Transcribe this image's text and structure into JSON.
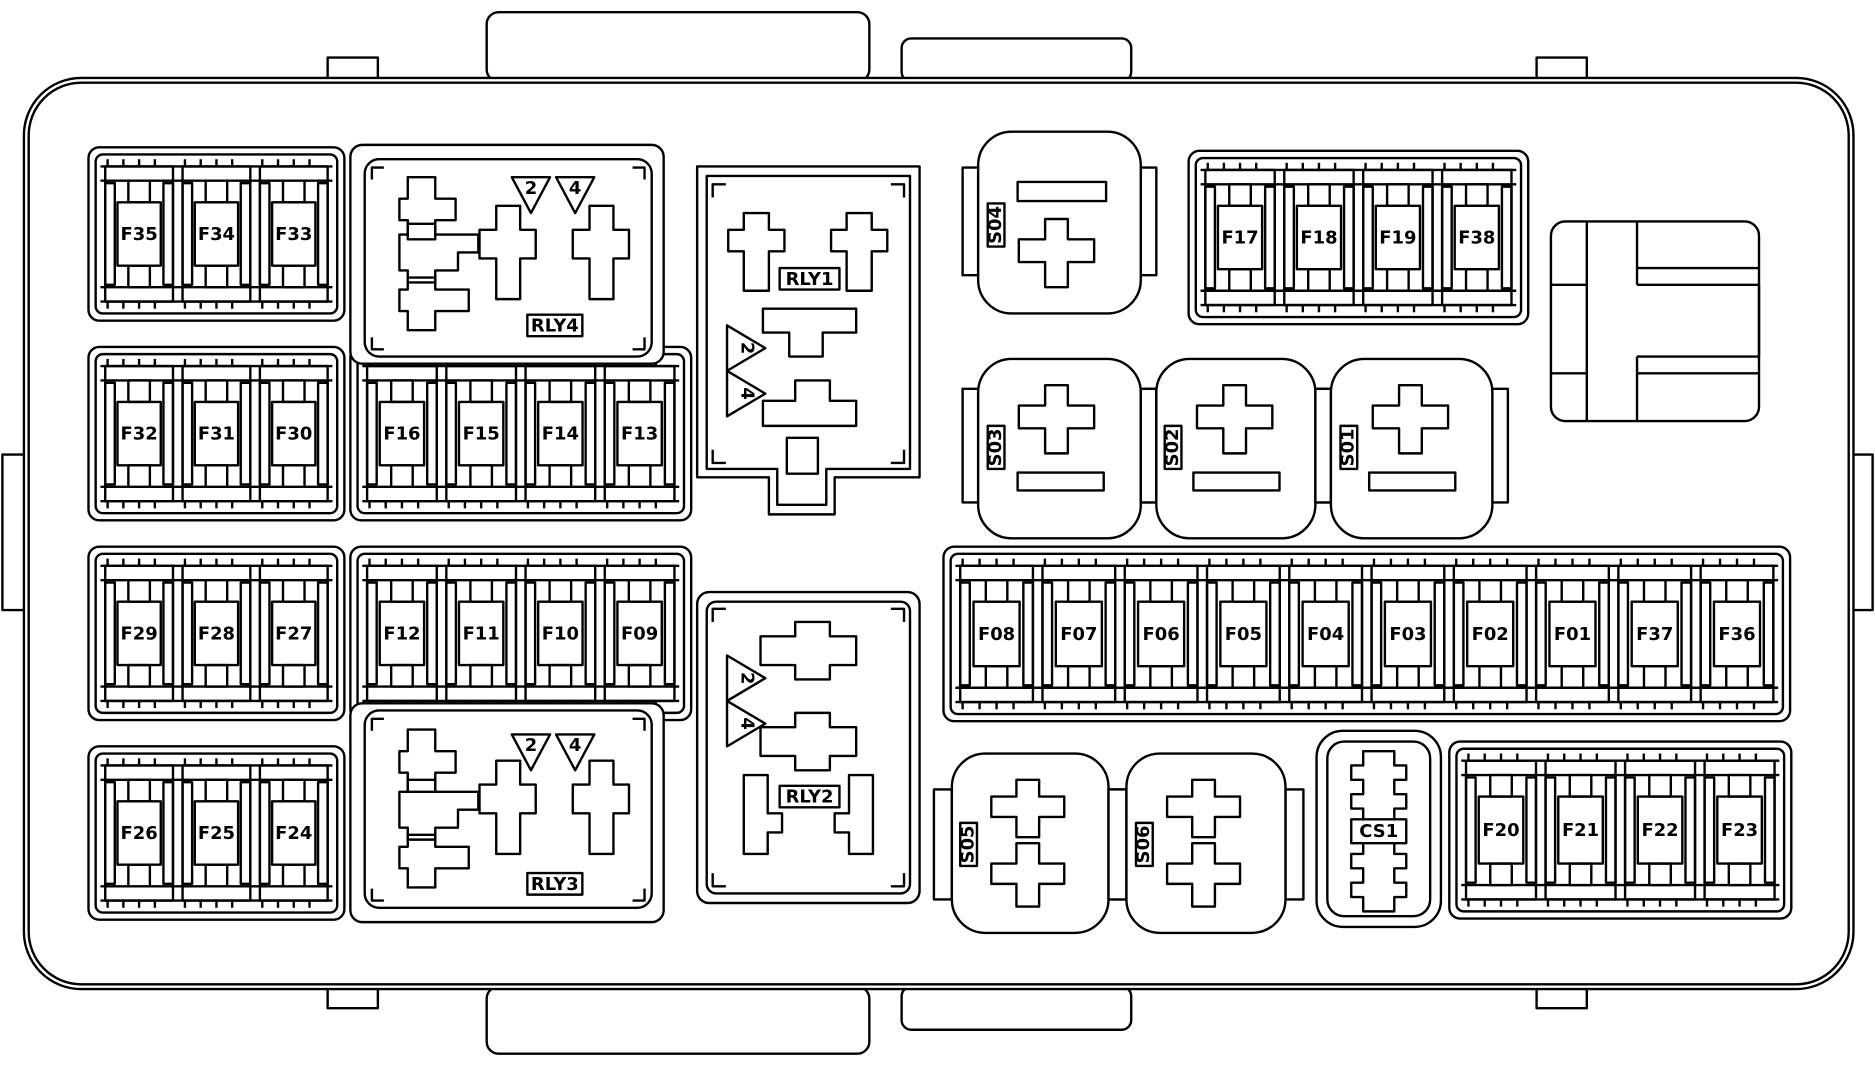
{
  "diagram": {
    "colors": {
      "line": "#000000",
      "fill": "#ffffff"
    },
    "fuse_blocks": [
      {
        "id": "block-a",
        "fuses": [
          "F35",
          "F34",
          "F33"
        ]
      },
      {
        "id": "block-b",
        "fuses": [
          "F32",
          "F31",
          "F30"
        ]
      },
      {
        "id": "block-c",
        "fuses": [
          "F29",
          "F28",
          "F27"
        ]
      },
      {
        "id": "block-d",
        "fuses": [
          "F26",
          "F25",
          "F24"
        ]
      },
      {
        "id": "block-e",
        "fuses": [
          "F16",
          "F15",
          "F14",
          "F13"
        ]
      },
      {
        "id": "block-f",
        "fuses": [
          "F12",
          "F11",
          "F10",
          "F09"
        ]
      },
      {
        "id": "block-g",
        "fuses": [
          "F17",
          "F18",
          "F19",
          "F38"
        ]
      },
      {
        "id": "block-h",
        "fuses": [
          "F08",
          "F07",
          "F06",
          "F05",
          "F04",
          "F03",
          "F02",
          "F01",
          "F37",
          "F36"
        ]
      },
      {
        "id": "block-i",
        "fuses": [
          "F20",
          "F21",
          "F22",
          "F23"
        ]
      }
    ],
    "relays": [
      {
        "id": "relay-rly4",
        "label": "RLY4",
        "pins": [
          "2",
          "4"
        ]
      },
      {
        "id": "relay-rly3",
        "label": "RLY3",
        "pins": [
          "2",
          "4"
        ]
      },
      {
        "id": "relay-rly1",
        "label": "RLY1",
        "pins": [
          "2",
          "4"
        ]
      },
      {
        "id": "relay-rly2",
        "label": "RLY2",
        "pins": [
          "2",
          "4"
        ]
      }
    ],
    "sockets": [
      {
        "id": "socket-s04",
        "label": "S04"
      },
      {
        "id": "socket-s03",
        "label": "S03"
      },
      {
        "id": "socket-s02",
        "label": "S02"
      },
      {
        "id": "socket-s01",
        "label": "S01"
      },
      {
        "id": "socket-s05",
        "label": "S05"
      },
      {
        "id": "socket-s06",
        "label": "S06"
      }
    ],
    "connector": {
      "label": "CS1"
    }
  }
}
